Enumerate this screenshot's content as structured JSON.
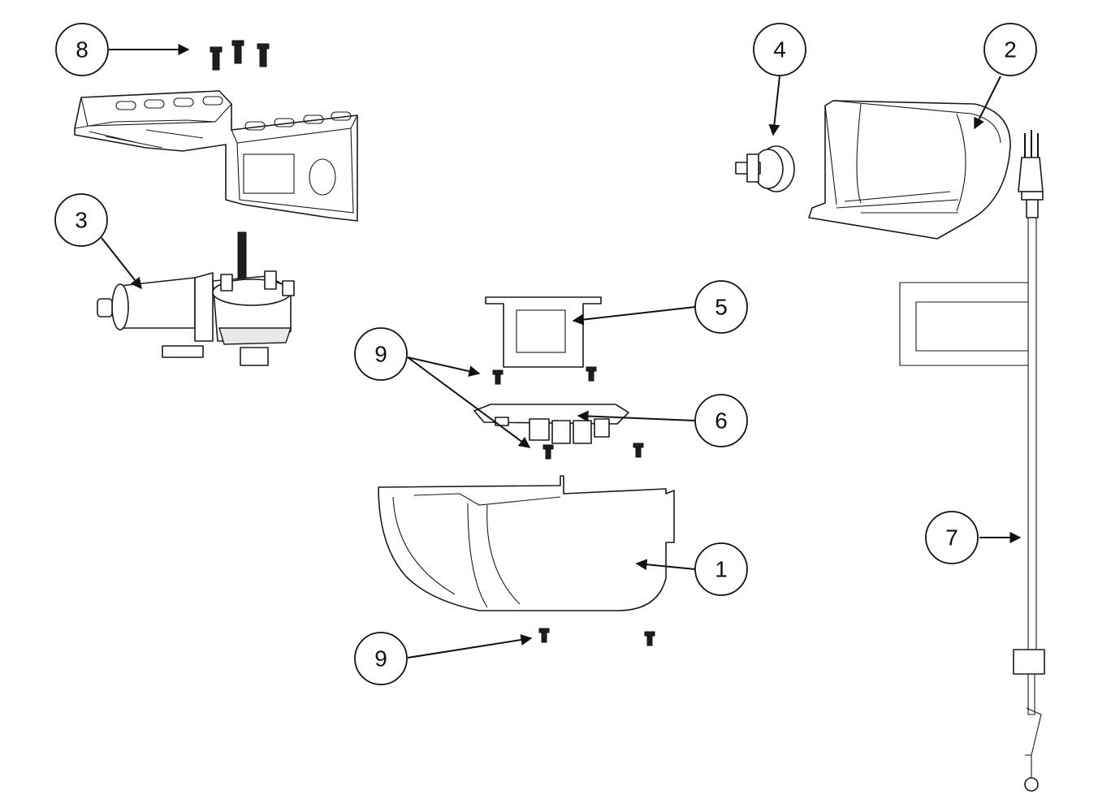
{
  "callouts": [
    {
      "id": "c8",
      "label": "8"
    },
    {
      "id": "c3",
      "label": "3"
    },
    {
      "id": "c4",
      "label": "4"
    },
    {
      "id": "c2",
      "label": "2"
    },
    {
      "id": "c5",
      "label": "5"
    },
    {
      "id": "c9a",
      "label": "9"
    },
    {
      "id": "c6",
      "label": "6"
    },
    {
      "id": "c1",
      "label": "1"
    },
    {
      "id": "c7",
      "label": "7"
    },
    {
      "id": "c9b",
      "label": "9"
    }
  ],
  "parts": [
    "mounting-bracket",
    "motor-gear-assembly",
    "light-socket",
    "end-panel",
    "light-lens",
    "logic-board",
    "bottom-cover",
    "power-cord",
    "bracket-screws",
    "screws"
  ],
  "colors": {
    "line": "#1a1a1a",
    "background": "#ffffff"
  }
}
